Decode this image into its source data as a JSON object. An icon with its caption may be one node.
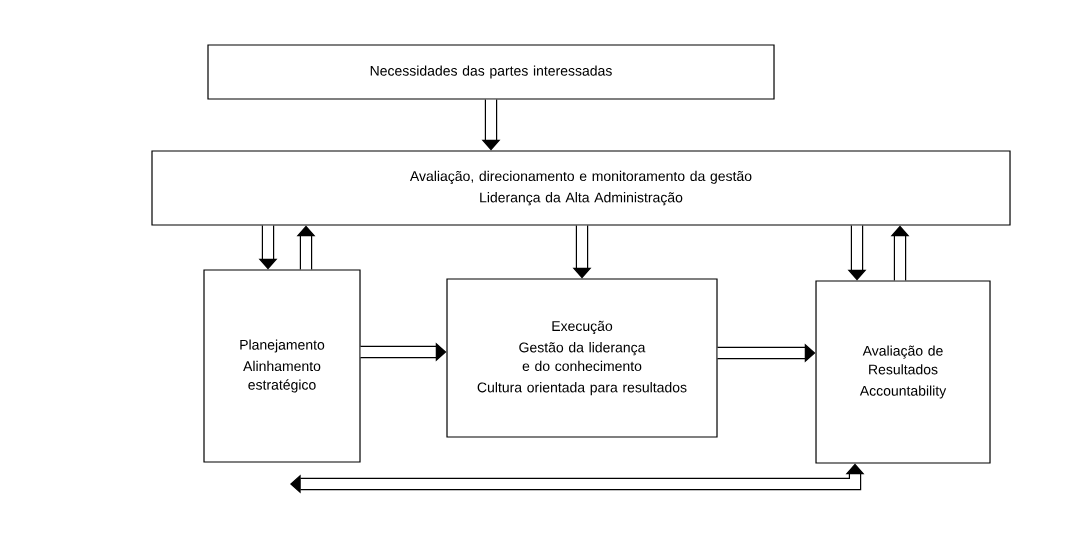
{
  "diagram": {
    "nodes": [
      {
        "text": [
          "Necessidades das partes interessadas"
        ]
      },
      {
        "text": [
          "Avaliação, direcionamento e monitoramento da gestão",
          "Liderança da Alta Administração"
        ]
      },
      {
        "text": [
          "Planejamento",
          "Alinhamento estratégico"
        ]
      },
      {
        "text": [
          "Execução",
          "Gestão da liderança e do conhecimento",
          "Cultura orientada para resultados"
        ]
      },
      {
        "text": [
          "Avaliação de Resultados",
          "Accountability"
        ]
      }
    ],
    "edges": [
      {
        "from": 0,
        "to": 1,
        "arrow": "to"
      },
      {
        "from": 1,
        "to": 2,
        "arrow": "to"
      },
      {
        "from": 2,
        "to": 1,
        "arrow": "to"
      },
      {
        "from": 1,
        "to": 3,
        "arrow": "to"
      },
      {
        "from": 2,
        "to": 3,
        "arrow": "to"
      },
      {
        "from": 3,
        "to": 4,
        "arrow": "to"
      },
      {
        "from": 1,
        "to": 4,
        "arrow": "to"
      },
      {
        "from": 4,
        "to": 1,
        "arrow": "to"
      },
      {
        "from": null,
        "to": 4,
        "arrow": "both"
      }
    ]
  }
}
